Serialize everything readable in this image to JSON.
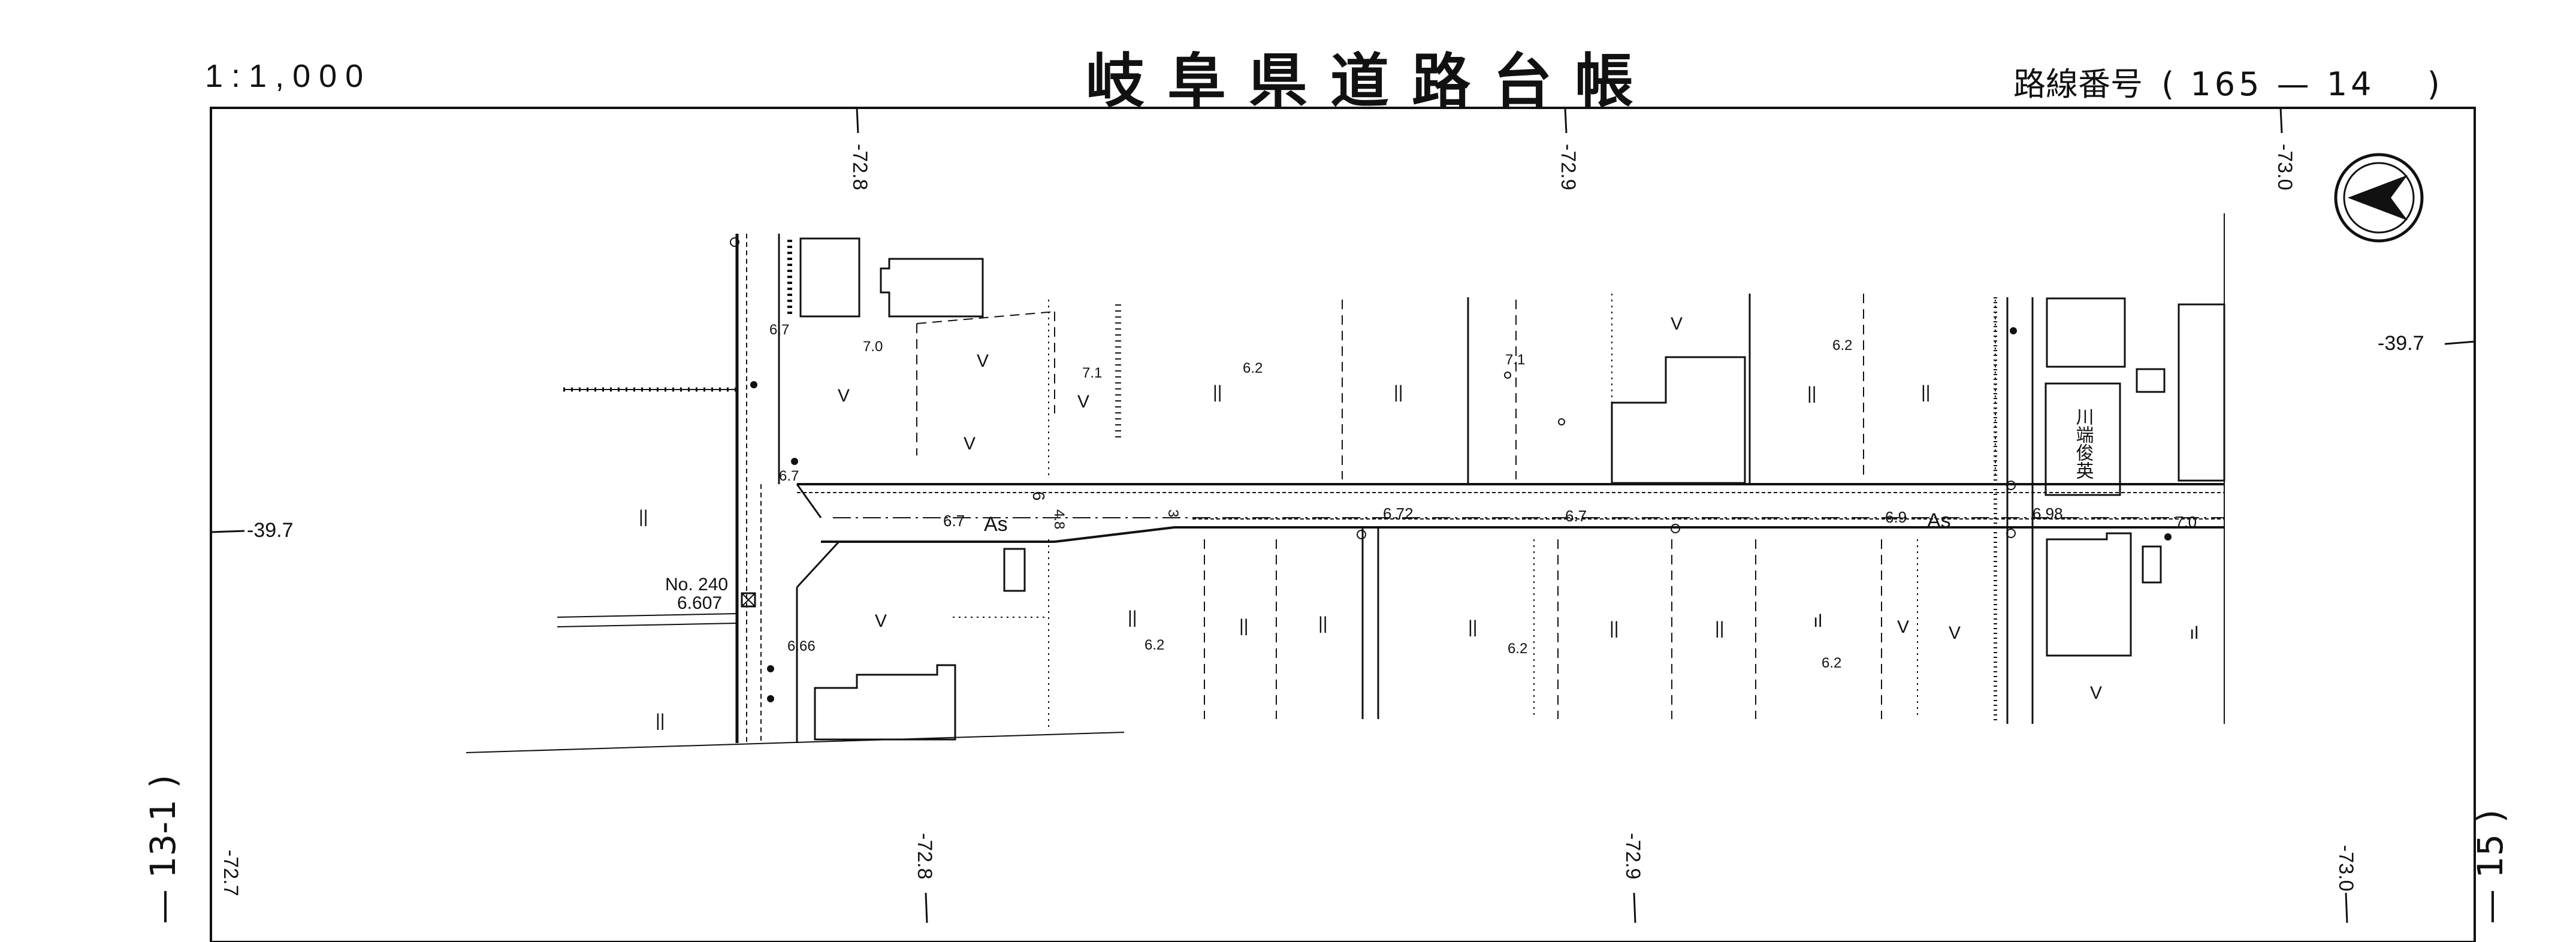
{
  "header": {
    "scale": "1:1,000",
    "title": "岐阜県道路台帳",
    "route_label": "路線番号",
    "route_open": "(",
    "route_number": "165 — 14",
    "route_close": ")"
  },
  "grid": {
    "top_x_labels": [
      "-72.8",
      "-72.9",
      "-73.0"
    ],
    "bottom_x_labels": [
      "-72.7",
      "-72.8",
      "-72.9",
      "-73.0"
    ],
    "left_y_label": "-39.7",
    "right_y_label": "-39.7"
  },
  "adjacent_sheets": {
    "left": "13-1",
    "right": "15"
  },
  "benchmark": {
    "id": "No. 240",
    "elevation": "6.607"
  },
  "building_owner": "川端俊英",
  "road": {
    "surface_labels": [
      "As",
      "As"
    ],
    "centerline_elevations": [
      "6.7",
      "6.72",
      "6.7",
      "6.9",
      "6.98",
      "7.0"
    ],
    "width_labels": [
      "4.8",
      "3",
      "6"
    ]
  },
  "spot_elevations": [
    "6.7",
    "7.0",
    "7.1",
    "6.2",
    "7.1",
    "6.2",
    "6.7",
    "6.66",
    "6.2",
    "6.2",
    "6.2"
  ],
  "land_use_symbols": {
    "field": "V",
    "paddy": "||",
    "orchard": "ıl"
  },
  "icons": [
    "north-arrow-icon",
    "benchmark-icon"
  ]
}
